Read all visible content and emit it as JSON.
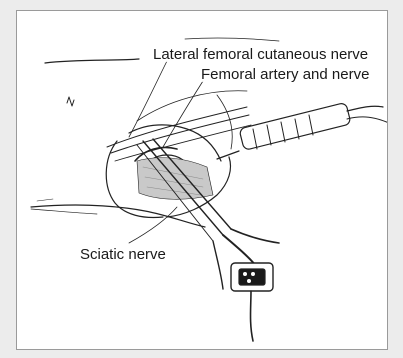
{
  "labels": {
    "lateral_femoral_cutaneous_nerve": "Lateral femoral cutaneous nerve",
    "femoral_artery_and_nerve": "Femoral artery and nerve",
    "sciatic_nerve": "Sciatic nerve"
  },
  "colors": {
    "ink": "#1a1a1a",
    "background": "#ececec",
    "figure_background": "#ffffff",
    "frame": "#9a9a9a",
    "shading": "#9b9b9b"
  },
  "icons": [
    "hip-anatomy-illustration",
    "ultrasound-probe-icon",
    "needle-icon",
    "cable-connector-icon"
  ]
}
